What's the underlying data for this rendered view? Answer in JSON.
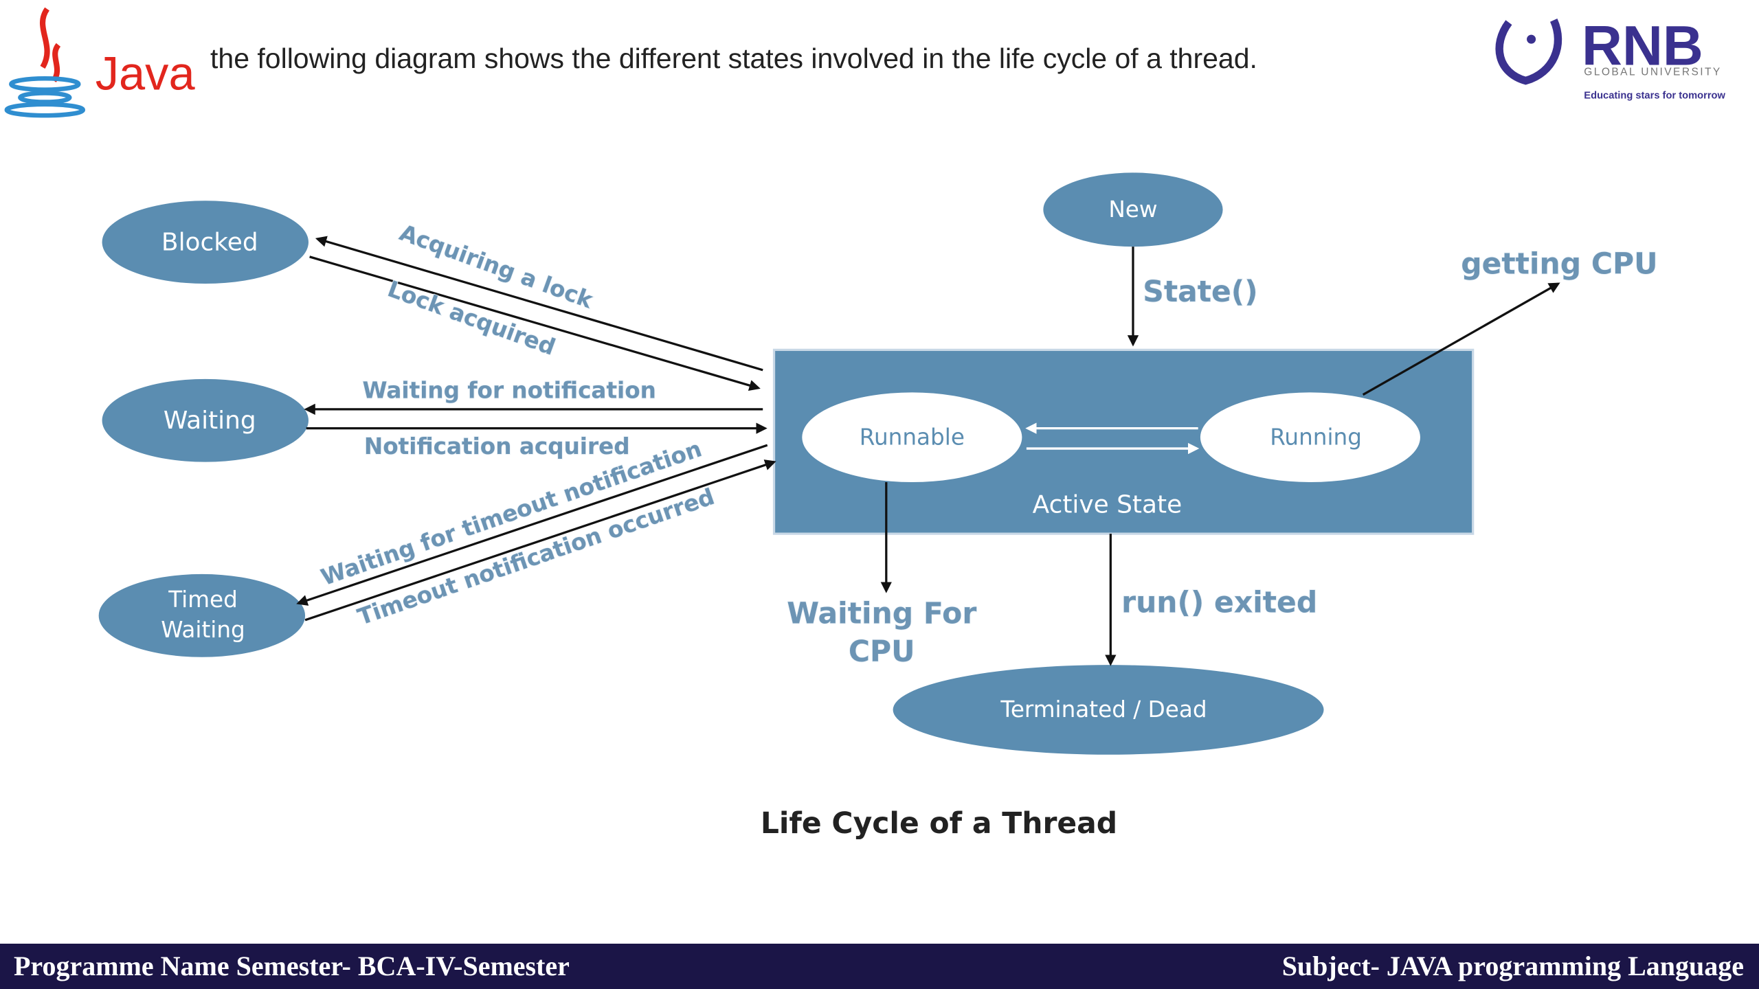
{
  "header": {
    "java_logo_text": "Java",
    "title": "the following diagram shows the different states involved in the life cycle of a thread.",
    "university_logo": {
      "name": "RNB",
      "subtitle": "GLOBAL UNIVERSITY",
      "tagline": "Educating stars for tomorrow"
    }
  },
  "diagram": {
    "states": {
      "blocked": "Blocked",
      "waiting": "Waiting",
      "timed_waiting_line1": "Timed",
      "timed_waiting_line2": "Waiting",
      "new": "New",
      "runnable": "Runnable",
      "running": "Running",
      "active": "Active State",
      "terminated": "Terminated / Dead"
    },
    "transitions": {
      "acquiring_lock": "Acquiring a lock",
      "lock_acquired": "Lock acquired",
      "waiting_notification": "Waiting for notification",
      "notification_acquired": "Notification acquired",
      "waiting_timeout": "Waiting for timeout notification",
      "timeout_occurred": "Timeout notification occurred",
      "state": "State()",
      "getting_cpu": "getting CPU",
      "waiting_cpu_line1": "Waiting For",
      "waiting_cpu_line2": "CPU",
      "run_exited": "run() exited"
    },
    "caption": "Life Cycle of a Thread",
    "colors": {
      "state_fill": "#5b8db1",
      "label": "#6c94b4"
    }
  },
  "footer": {
    "left": "Programme Name Semester- BCA-IV-Semester",
    "right": "Subject- JAVA programming Language",
    "background": "#1b1547"
  }
}
